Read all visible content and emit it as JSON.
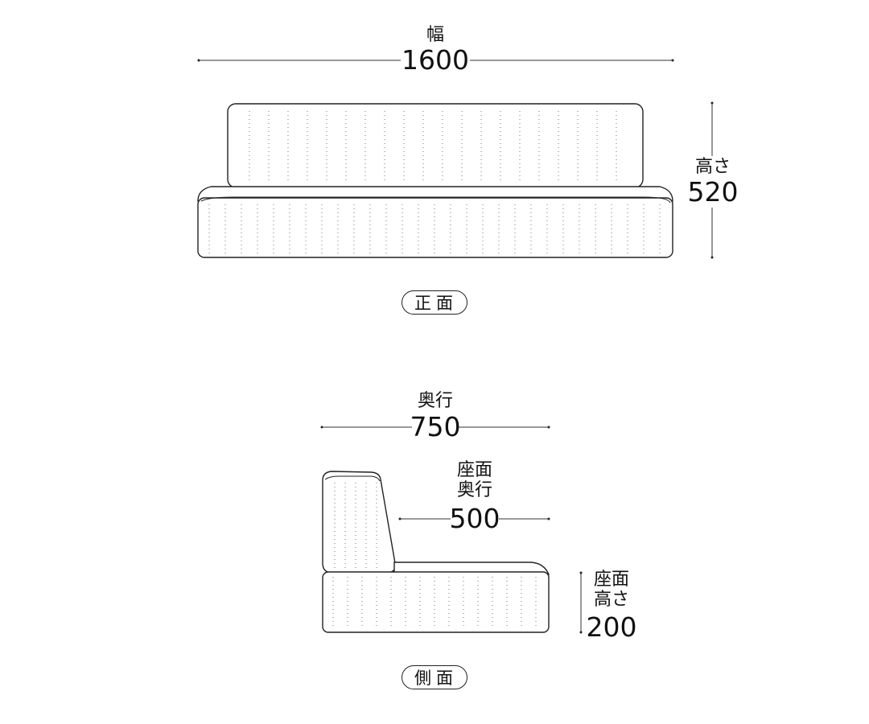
{
  "front_view": {
    "width_label": "幅",
    "width_value": "1600",
    "height_label": "高さ",
    "height_value": "520",
    "view_tag": "正面"
  },
  "side_view": {
    "depth_label": "奥行",
    "depth_value": "750",
    "seat_depth_label_1": "座面",
    "seat_depth_label_2": "奥行",
    "seat_depth_value": "500",
    "seat_height_label_1": "座面",
    "seat_height_label_2": "高さ",
    "seat_height_value": "200",
    "view_tag": "側面"
  },
  "colors": {
    "line": "#222222",
    "dots": "#777777",
    "background": "#ffffff"
  }
}
